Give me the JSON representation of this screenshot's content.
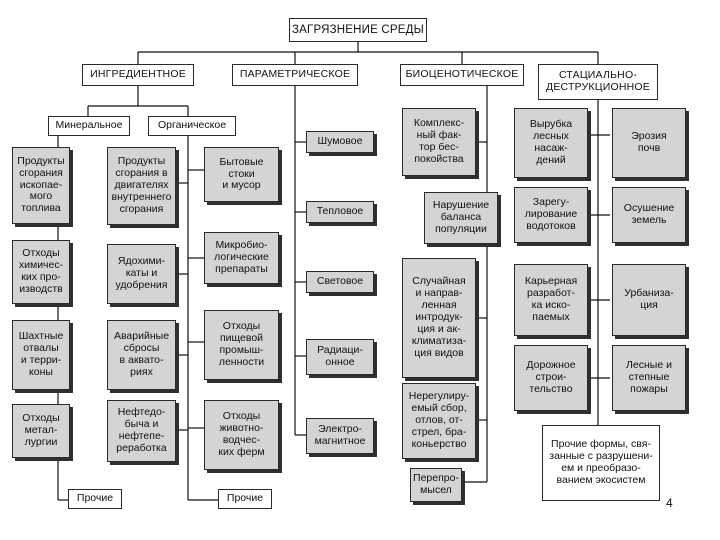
{
  "root": "ЗАГРЯЗНЕНИЕ СРЕДЫ",
  "categories": {
    "ingredient": "ИНГРЕДИЕНТНОЕ",
    "parametric": "ПАРАМЕТРИЧЕСКОЕ",
    "biocenotic": "БИОЦЕНОТИЧЕСКОЕ",
    "stational": "СТАЦИАЛЬНО-\nДЕСТРУКЦИОННОЕ"
  },
  "ingredient": {
    "mineral": {
      "label": "Минеральное",
      "items": [
        "Продукты\nсгорания\nископае-\nмого\nтоплива",
        "Отходы\nхимичес-\nких про-\nизводств",
        "Шахтные\nотвалы\nи терри-\nконы",
        "Отходы\nметал-\nлургии"
      ],
      "other": "Прочие"
    },
    "organic": {
      "label": "Органическое",
      "col1": [
        "Продукты\nсгорания в\nдвигателях\nвнутреннего\nсгорания",
        "Ядохими-\nкаты и\nудобрения",
        "Аварийные\nсбросы\nв аквато-\nриях",
        "Нефтедо-\nбыча и\nнефтепе-\nреработка"
      ],
      "col2": [
        "Бытовые\nстоки\nи мусор",
        "Микробио-\nлогические\nпрепараты",
        "Отходы\nпищевой\nпромыш-\nленности",
        "Отходы\nживотно-\nводчес-\nких ферм"
      ],
      "other": "Прочие"
    }
  },
  "parametric": {
    "items": [
      "Шумовое",
      "Тепловое",
      "Световое",
      "Радиаци-\nонное",
      "Электро-\nмагнитное"
    ]
  },
  "biocenotic": {
    "items": [
      "Комплекс-\nный фак-\nтор бес-\nпокойства",
      "Нарушение\nбаланса\nпопуляции",
      "Случайная\nи направ-\nленная\nинтродук-\nция и ак-\nклиматиза-\nция видов",
      "Нерегулиру-\nемый сбор,\nотлов, от-\nстрел, бра-\nконьерство",
      "Перепро-\nмысел"
    ]
  },
  "stational": {
    "col1": [
      "Вырубка\nлесных\nнасаж-\nдений",
      "Зарегу-\nлирование\nводотоков",
      "Карьерная\nразработ-\nка иско-\nпаемых",
      "Дорожное\nстрои-\nтельство"
    ],
    "col2": [
      "Эрозия\nпочв",
      "Осушение\nземель",
      "Урбаниза-\nция",
      "Лесные и\nстепные\nпожары"
    ],
    "other": "Прочие формы, свя-\nзанные с разрушени-\nем и преобразо-\nванием экосистем"
  },
  "page_number": "4"
}
